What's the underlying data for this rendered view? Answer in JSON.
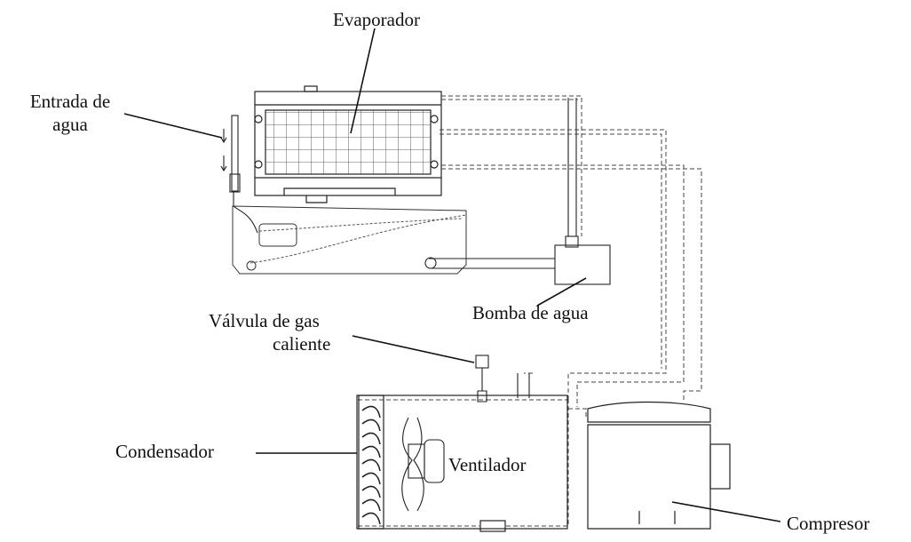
{
  "labels": {
    "evaporador": "Evaporador",
    "entrada_line1": "Entrada de",
    "entrada_line2": "agua",
    "bomba": "Bomba de agua",
    "valvula_line1": "Válvula de gas",
    "valvula_line2": "caliente",
    "condensador": "Condensador",
    "ventilador": "Ventilador",
    "compresor": "Compresor"
  }
}
